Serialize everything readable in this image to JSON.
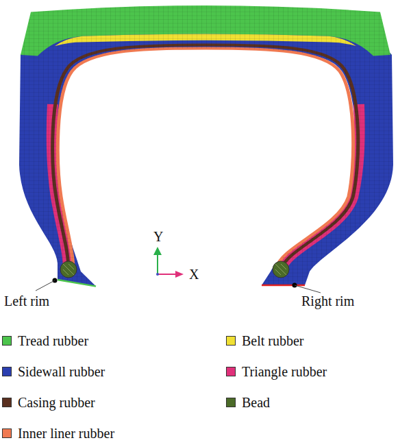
{
  "diagram": {
    "labels": [
      "Y",
      "X",
      "Left rim",
      "Right rim"
    ],
    "legend": [
      {
        "text": "Tread rubber",
        "color": "#4cc44c"
      },
      {
        "text": "Sidewall rubber",
        "color": "#2b3fb0"
      },
      {
        "text": "Casing rubber",
        "color": "#5a3020"
      },
      {
        "text": "Inner liner rubber",
        "color": "#f07a52"
      },
      {
        "text": "Belt rubber",
        "color": "#f0e034"
      },
      {
        "text": "Triangle rubber",
        "color": "#e0307a"
      },
      {
        "text": "Bead",
        "color": "#4b6b28"
      }
    ]
  }
}
